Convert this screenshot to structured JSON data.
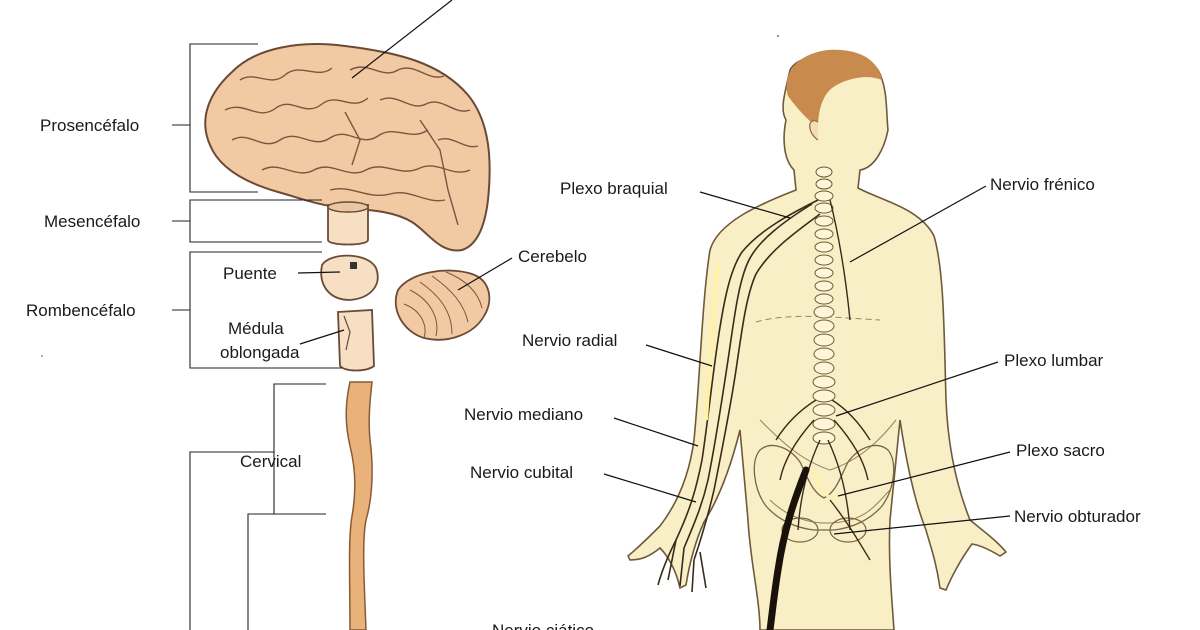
{
  "labels": {
    "prosencefalo": "Prosencéfalo",
    "mesencefalo": "Mesencéfalo",
    "rombencefalo": "Rombencéfalo",
    "puente": "Puente",
    "medula_line1": "Médula",
    "medula_line2": "oblongada",
    "cerebelo": "Cerebelo",
    "cervical": "Cervical",
    "plexo_braquial": "Plexo braquial",
    "nervio_frenico": "Nervio frénico",
    "nervio_radial": "Nervio radial",
    "plexo_lumbar": "Plexo lumbar",
    "nervio_mediano": "Nervio mediano",
    "plexo_sacro": "Plexo sacro",
    "nervio_cubital": "Nervio cubital",
    "nervio_obturador": "Nervio obturador",
    "nervio_ciatico": "Nervio ciático"
  },
  "colors": {
    "brain": "#f1c9a3",
    "brain_outline": "#6b4a35",
    "spinal_cord": "#e8b27a",
    "skin": "#f9efc6",
    "hair": "#c98a4e",
    "nerve": "#3a2a1a",
    "nerve_highlight": "#fff2a8"
  }
}
